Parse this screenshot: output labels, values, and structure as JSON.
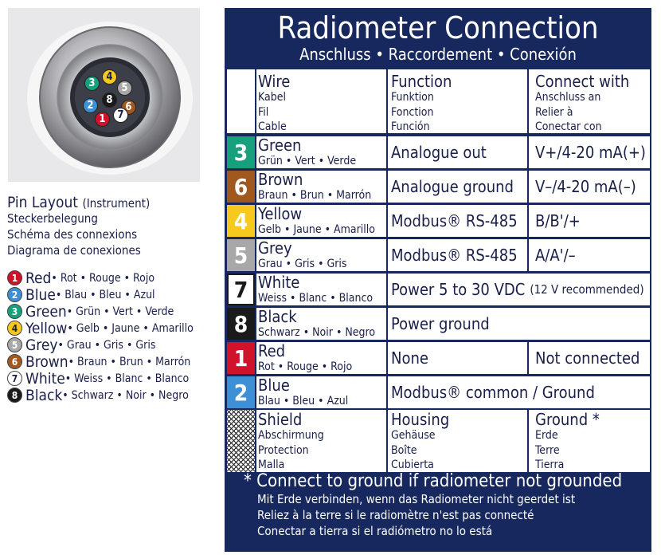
{
  "pin_layout": {
    "title": "Pin Layout",
    "title_sub": "(Instrument)",
    "translations": [
      "Steckerbelegung",
      "Schéma des connexions",
      "Diagrama de conexiones"
    ],
    "legend": [
      {
        "num": "1",
        "name": "Red",
        "tr": " • Rot • Rouge • Rojo",
        "color": "#d0122a",
        "fg": "#ffffff"
      },
      {
        "num": "2",
        "name": "Blue",
        "tr": " • Blau • Bleu • Azul",
        "color": "#3d8fd6",
        "fg": "#ffffff"
      },
      {
        "num": "3",
        "name": "Green",
        "tr": " • Grün • Vert • Verde",
        "color": "#17a07c",
        "fg": "#ffffff"
      },
      {
        "num": "4",
        "name": "Yellow",
        "tr": " • Gelb • Jaune • Amarillo",
        "color": "#f7c81e",
        "fg": "#1a1f4a"
      },
      {
        "num": "5",
        "name": "Grey",
        "tr": " • Grau • Gris • Gris",
        "color": "#a8a8a8",
        "fg": "#ffffff"
      },
      {
        "num": "6",
        "name": "Brown",
        "tr": " • Braun • Brun • Marrón",
        "color": "#a0581f",
        "fg": "#ffffff"
      },
      {
        "num": "7",
        "name": "White",
        "tr": " • Weiss • Blanc • Blanco",
        "color": "#ffffff",
        "fg": "#1a1f4a"
      },
      {
        "num": "8",
        "name": "Black",
        "tr": " • Schwarz • Noir • Negro",
        "color": "#1a1a1a",
        "fg": "#ffffff"
      }
    ]
  },
  "table": {
    "title": "Radiometer Connection",
    "subtitle": "Anschluss • Raccordement • Conexión",
    "headers": {
      "wire": {
        "label": "Wire",
        "tr": [
          "Kabel",
          "Fil",
          "Cable"
        ]
      },
      "function": {
        "label": "Function",
        "tr": [
          "Funktion",
          "Fonction",
          "Función"
        ]
      },
      "connect": {
        "label": "Connect with",
        "tr": [
          "Anschluss an",
          "Relier à",
          "Conectar con"
        ]
      }
    },
    "rows": [
      {
        "num": "3",
        "color": "#17a07c",
        "fg": "#ffffff",
        "wire": "Green",
        "wire_tr": "Grün • Vert • Verde",
        "function": "Analogue out",
        "connect": "V+/4-20 mA(+)"
      },
      {
        "num": "6",
        "color": "#a0581f",
        "fg": "#ffffff",
        "wire": "Brown",
        "wire_tr": "Braun • Brun • Marrón",
        "function": "Analogue ground",
        "connect": "V–/4-20 mA(–)"
      },
      {
        "num": "4",
        "color": "#f7c81e",
        "fg": "#ffffff",
        "wire": "Yellow",
        "wire_tr": "Gelb • Jaune • Amarillo",
        "function": "Modbus® RS-485",
        "connect": "B/B'/+"
      },
      {
        "num": "5",
        "color": "#a8a8a8",
        "fg": "#ffffff",
        "wire": "Grey",
        "wire_tr": "Grau • Gris • Gris",
        "function": "Modbus® RS-485",
        "connect": "A/A'/–"
      },
      {
        "num": "7",
        "color": "#ffffff",
        "fg": "#1a1a1a",
        "wire": "White",
        "wire_tr": "Weiss • Blanc • Blanco",
        "function": "Power 5 to 30 VDC",
        "function_note": "(12 V recommended)"
      },
      {
        "num": "8",
        "color": "#1a1a1a",
        "fg": "#ffffff",
        "wire": "Black",
        "wire_tr": "Schwarz • Noir • Negro",
        "function": "Power ground"
      },
      {
        "num": "1",
        "color": "#d0122a",
        "fg": "#ffffff",
        "wire": "Red",
        "wire_tr": "Rot • Rouge • Rojo",
        "function": "None",
        "connect": "Not connected"
      },
      {
        "num": "2",
        "color": "#3d8fd6",
        "fg": "#ffffff",
        "wire": "Blue",
        "wire_tr": "Blau • Bleu • Azul",
        "function": "Modbus® common / Ground"
      }
    ],
    "shield": {
      "wire": "Shield",
      "wire_tr": [
        "Abschirmung",
        "Protection",
        "Malla"
      ],
      "function": "Housing",
      "function_tr": [
        "Gehäuse",
        "Boîte",
        "Cubierta"
      ],
      "connect": "Ground *",
      "connect_tr": [
        "Erde",
        "Terre",
        "Tierra"
      ]
    },
    "footer": {
      "main": "* Connect to ground if radiometer not grounded",
      "lines": [
        "Mit Erde verbinden, wenn das Radiometer nicht geerdet ist",
        "Reliez à la terre si le radiomètre n'est pas connecté",
        "Conectar a tierra si el radiómetro no lo está"
      ]
    }
  }
}
